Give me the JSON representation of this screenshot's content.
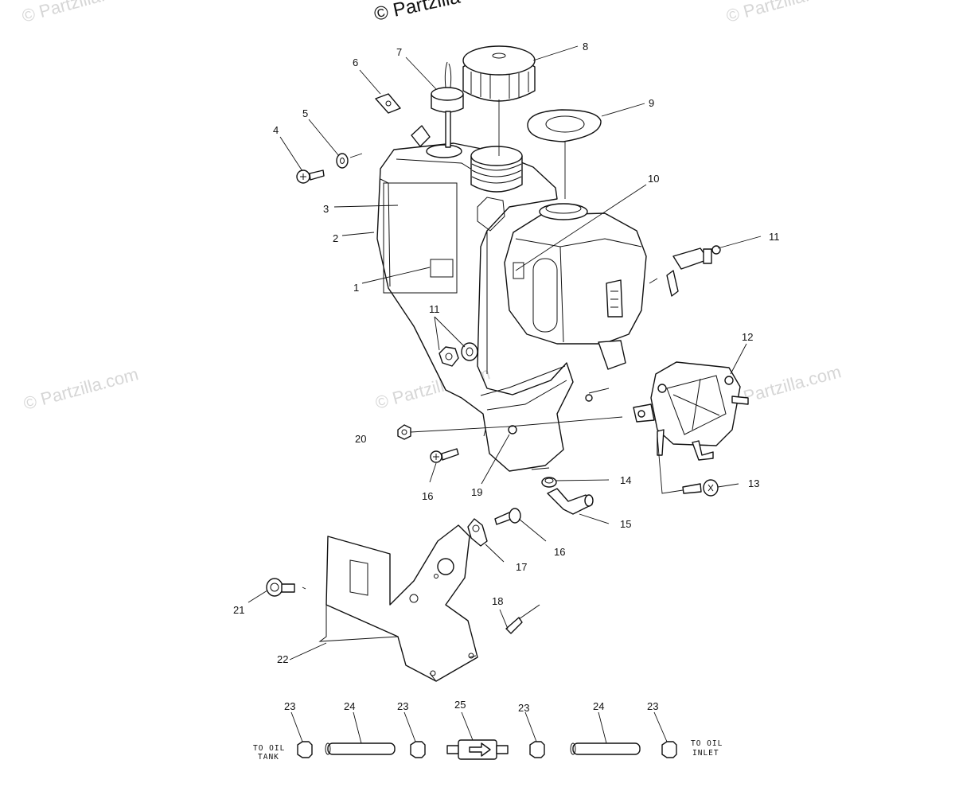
{
  "watermark": {
    "text": "© Partzilla.com",
    "top_text": "© Partzilla"
  },
  "callouts": {
    "c1": "1",
    "c2": "2",
    "c3": "3",
    "c4": "4",
    "c5": "5",
    "c6": "6",
    "c7": "7",
    "c8": "8",
    "c9": "9",
    "c10": "10",
    "c11a": "11",
    "c11b": "11",
    "c12": "12",
    "c13": "13",
    "c14": "14",
    "c15": "15",
    "c16a": "16",
    "c16b": "16",
    "c17": "17",
    "c18": "18",
    "c19": "19",
    "c20": "20",
    "c21": "21",
    "c22": "22",
    "c23a": "23",
    "c24a": "24",
    "c23b": "23",
    "c25": "25",
    "c23c": "23",
    "c24b": "24",
    "c23d": "23"
  },
  "tags": {
    "to_oil_tank_l1": "TO OIL",
    "to_oil_tank_l2": "TANK",
    "to_oil_inlet_l1": "TO OIL",
    "to_oil_inlet_l2": "INLET"
  }
}
